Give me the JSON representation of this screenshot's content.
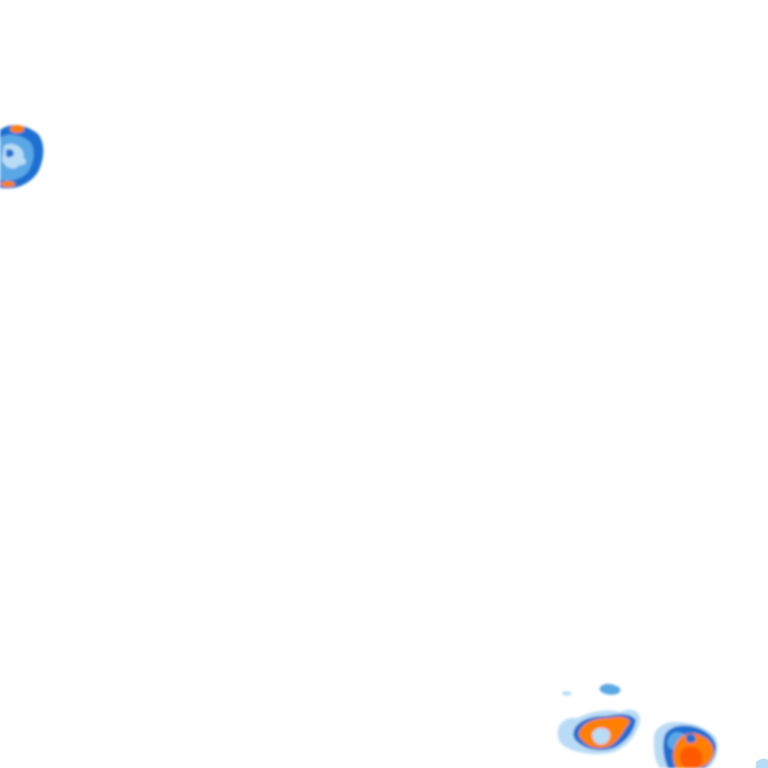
{
  "map": {
    "layer": "precipitation-radar",
    "palette": {
      "light": "#b9dcf5",
      "medium": "#5aa7e6",
      "heavy": "#1c6fd1",
      "intense": "#ff7f00",
      "extreme": "#ff5a00"
    },
    "echoes": [
      {
        "name": "echo-cell-northwest",
        "peak": "intense"
      },
      {
        "name": "echo-cell-southeast-left",
        "peak": "intense"
      },
      {
        "name": "echo-cell-southeast-right",
        "peak": "extreme"
      },
      {
        "name": "echo-fragment-south",
        "peak": "medium"
      }
    ]
  }
}
